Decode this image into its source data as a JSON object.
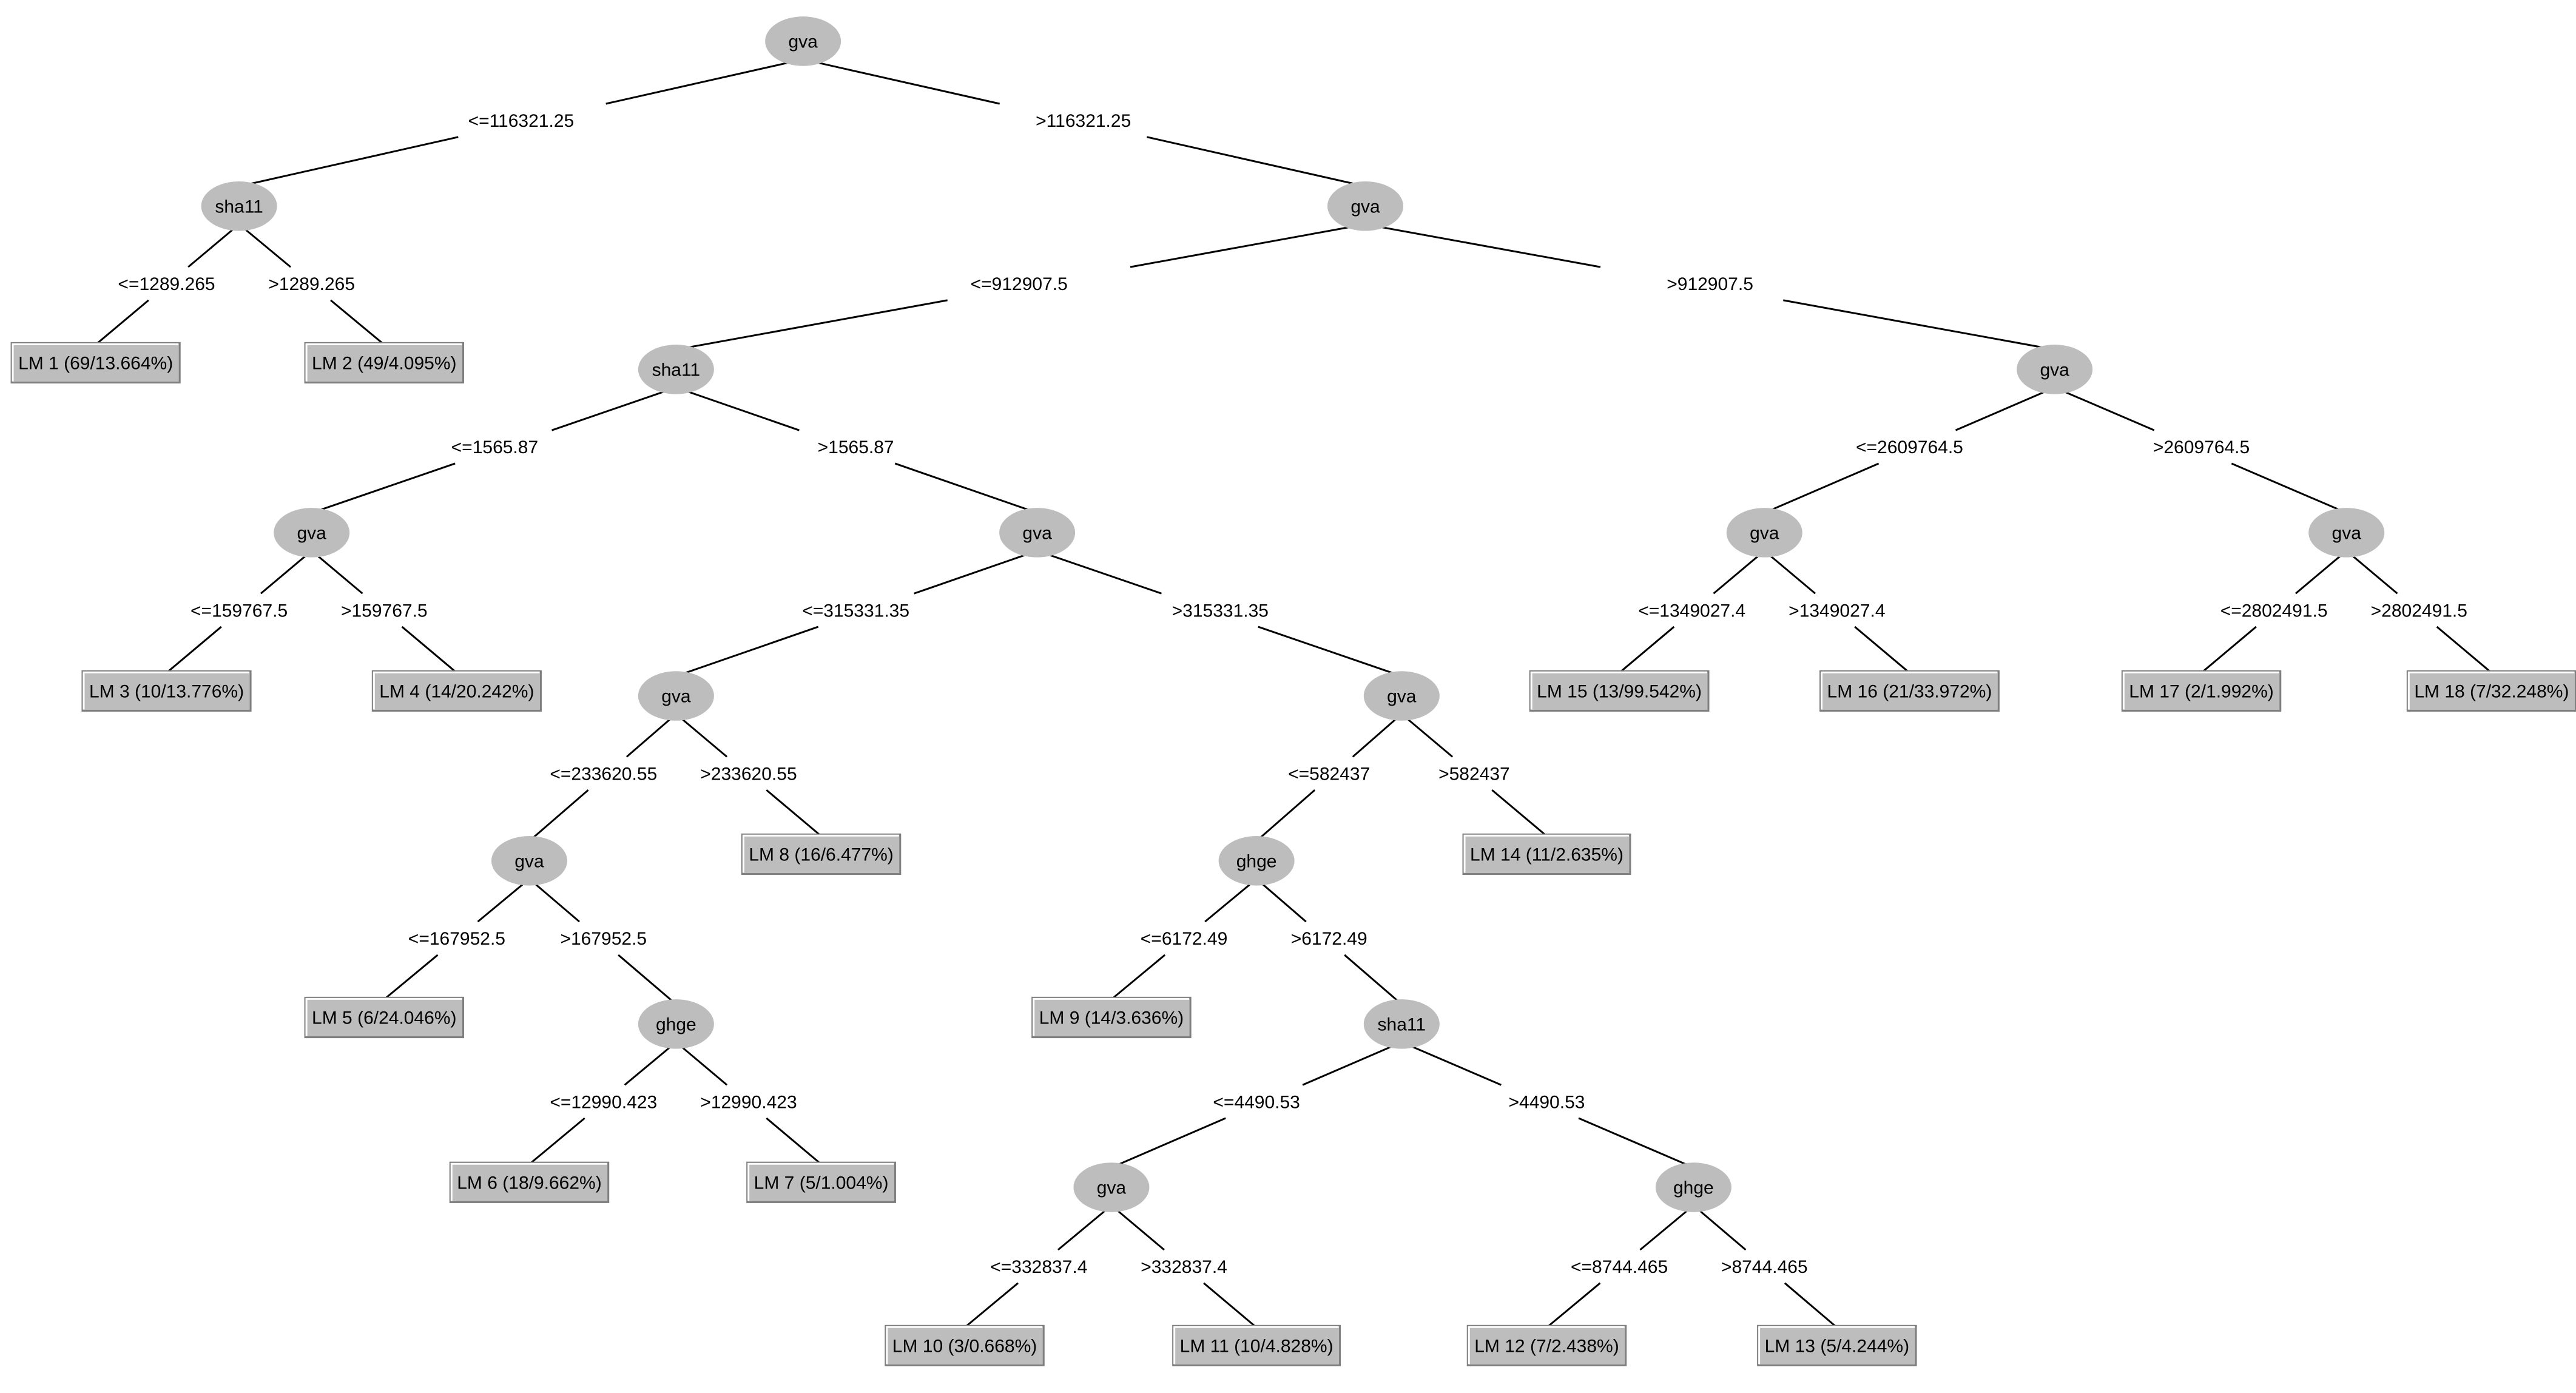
{
  "tree": {
    "nodes": [
      {
        "id": "n1",
        "label": "gva"
      },
      {
        "id": "n2",
        "label": "sha11"
      },
      {
        "id": "n3",
        "label": "gva"
      },
      {
        "id": "n4",
        "label": "sha11"
      },
      {
        "id": "n5",
        "label": "gva"
      },
      {
        "id": "n6",
        "label": "gva"
      },
      {
        "id": "n7",
        "label": "gva"
      },
      {
        "id": "n8",
        "label": "gva"
      },
      {
        "id": "n9",
        "label": "gva"
      },
      {
        "id": "n10",
        "label": "gva"
      },
      {
        "id": "n11",
        "label": "gva"
      },
      {
        "id": "n12",
        "label": "ghge"
      },
      {
        "id": "n13",
        "label": "ghge"
      },
      {
        "id": "n14",
        "label": "sha11"
      },
      {
        "id": "n15",
        "label": "gva"
      },
      {
        "id": "n16",
        "label": "ghge"
      }
    ],
    "leaves": [
      {
        "id": "lm1",
        "label": "LM 1 (69/13.664%)"
      },
      {
        "id": "lm2",
        "label": "LM 2 (49/4.095%)"
      },
      {
        "id": "lm3",
        "label": "LM 3 (10/13.776%)"
      },
      {
        "id": "lm4",
        "label": "LM 4 (14/20.242%)"
      },
      {
        "id": "lm5",
        "label": "LM 5 (6/24.046%)"
      },
      {
        "id": "lm6",
        "label": "LM 6 (18/9.662%)"
      },
      {
        "id": "lm7",
        "label": "LM 7 (5/1.004%)"
      },
      {
        "id": "lm8",
        "label": "LM 8 (16/6.477%)"
      },
      {
        "id": "lm9",
        "label": "LM 9 (14/3.636%)"
      },
      {
        "id": "lm10",
        "label": "LM 10 (3/0.668%)"
      },
      {
        "id": "lm11",
        "label": "LM 11 (10/4.828%)"
      },
      {
        "id": "lm12",
        "label": "LM 12 (7/2.438%)"
      },
      {
        "id": "lm13",
        "label": "LM 13 (5/4.244%)"
      },
      {
        "id": "lm14",
        "label": "LM 14 (11/2.635%)"
      },
      {
        "id": "lm15",
        "label": "LM 15 (13/99.542%)"
      },
      {
        "id": "lm16",
        "label": "LM 16 (21/33.972%)"
      },
      {
        "id": "lm17",
        "label": "LM 17 (2/1.992%)"
      },
      {
        "id": "lm18",
        "label": "LM 18 (7/32.248%)"
      }
    ],
    "edges": [
      {
        "from": "n1",
        "to": "n2",
        "label": "<=116321.25"
      },
      {
        "from": "n1",
        "to": "n3",
        "label": ">116321.25"
      },
      {
        "from": "n2",
        "to": "lm1",
        "label": "<=1289.265"
      },
      {
        "from": "n2",
        "to": "lm2",
        "label": ">1289.265"
      },
      {
        "from": "n3",
        "to": "n4",
        "label": "<=912907.5"
      },
      {
        "from": "n3",
        "to": "n15",
        "label": ">912907.5"
      },
      {
        "from": "n4",
        "to": "n5",
        "label": "<=1565.87"
      },
      {
        "from": "n4",
        "to": "n6",
        "label": ">1565.87"
      },
      {
        "from": "n5",
        "to": "lm3",
        "label": "<=159767.5"
      },
      {
        "from": "n5",
        "to": "lm4",
        "label": ">159767.5"
      },
      {
        "from": "n6",
        "to": "n7",
        "label": "<=315331.35"
      },
      {
        "from": "n6",
        "to": "n11",
        "label": ">315331.35"
      },
      {
        "from": "n7",
        "to": "n8",
        "label": "<=233620.55"
      },
      {
        "from": "n7",
        "to": "lm8",
        "label": ">233620.55"
      },
      {
        "from": "n8",
        "to": "lm5",
        "label": "<=167952.5"
      },
      {
        "from": "n8",
        "to": "n12",
        "label": ">167952.5"
      },
      {
        "from": "n12",
        "to": "lm6",
        "label": "<=12990.423"
      },
      {
        "from": "n12",
        "to": "lm7",
        "label": ">12990.423"
      },
      {
        "from": "n11",
        "to": "n13",
        "label": "<=582437"
      },
      {
        "from": "n11",
        "to": "lm14",
        "label": ">582437"
      },
      {
        "from": "n13",
        "to": "lm9",
        "label": "<=6172.49"
      },
      {
        "from": "n13",
        "to": "n14",
        "label": ">6172.49"
      },
      {
        "from": "n14",
        "to": "n9",
        "label": "<=4490.53"
      },
      {
        "from": "n14",
        "to": "n16",
        "label": ">4490.53"
      },
      {
        "from": "n9",
        "to": "lm10",
        "label": "<=332837.4"
      },
      {
        "from": "n9",
        "to": "lm11",
        "label": ">332837.4"
      },
      {
        "from": "n16",
        "to": "lm12",
        "label": "<=8744.465"
      },
      {
        "from": "n16",
        "to": "lm13",
        "label": ">8744.465"
      },
      {
        "from": "n15",
        "to": "n10",
        "label": "<=2609764.5"
      },
      {
        "from": "n15",
        "to": "n17",
        "label": ">2609764.5"
      },
      {
        "from": "n10",
        "to": "lm15",
        "label": "<=1349027.4"
      },
      {
        "from": "n10",
        "to": "lm16",
        "label": ">1349027.4"
      },
      {
        "from": "n17",
        "to": "lm17",
        "label": "<=2802491.5"
      },
      {
        "from": "n17",
        "to": "lm18",
        "label": ">2802491.5"
      }
    ],
    "extra_nodes": [
      {
        "id": "n17",
        "label": "gva"
      }
    ],
    "colors": {
      "node_fill": "#bdbdbd",
      "leaf_fill": "#bdbdbd",
      "line": "#000000",
      "background": "#ffffff"
    }
  }
}
